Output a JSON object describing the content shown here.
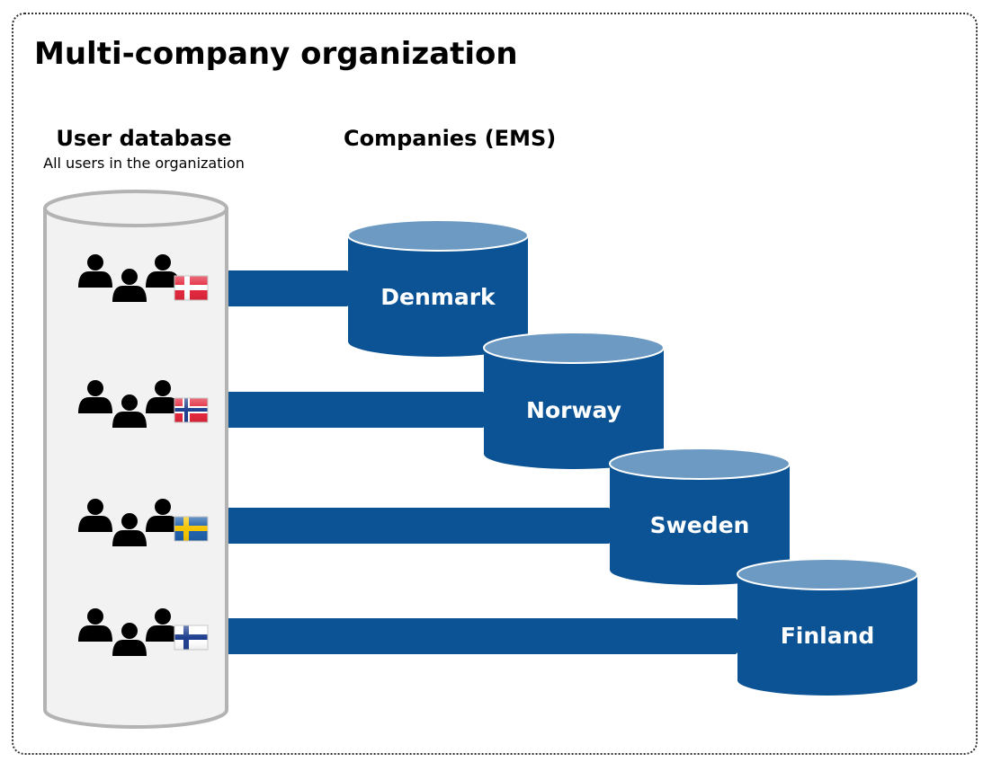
{
  "title": "Multi-company organization",
  "user_database": {
    "heading": "User database",
    "subheading": "All users in the organization"
  },
  "companies": {
    "heading": "Companies (EMS)",
    "items": [
      {
        "label": "Denmark",
        "flag": "denmark-flag-icon"
      },
      {
        "label": "Norway",
        "flag": "norway-flag-icon"
      },
      {
        "label": "Sweden",
        "flag": "sweden-flag-icon"
      },
      {
        "label": "Finland",
        "flag": "finland-flag-icon"
      }
    ]
  },
  "colors": {
    "company_body": "#0b5394",
    "company_top": "#6c9ac3",
    "user_db_fill": "#f2f2f2",
    "user_db_stroke": "#b3b3b3"
  },
  "icons": [
    "users-group-icon",
    "denmark-flag-icon",
    "norway-flag-icon",
    "sweden-flag-icon",
    "finland-flag-icon"
  ]
}
